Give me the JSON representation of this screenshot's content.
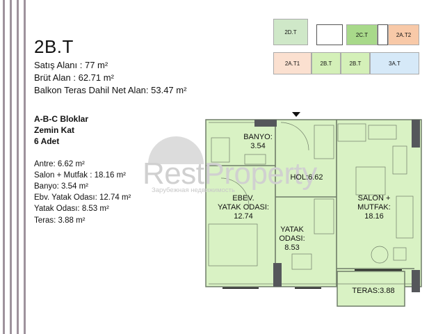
{
  "unit": {
    "title": "2B.T",
    "sales_area": "Satış Alanı :   77 m²",
    "gross_area": "Brüt Alan   :   62.71 m²",
    "net_area": "Balkon Teras Dahil Net Alan: 53.47 m²"
  },
  "location": {
    "blocks": "A-B-C Bloklar",
    "floor": "Zemin Kat",
    "count": "6 Adet"
  },
  "rooms_list": [
    "Antre: 6.62 m²",
    "Salon + Mutfak : 18.16 m²",
    "Banyo: 3.54 m²",
    "Ebv. Yatak Odası: 12.74 m²",
    "Yatak Odası: 8.53 m²",
    "Teras: 3.88 m²"
  ],
  "key_plan": {
    "top": [
      {
        "label": "2D.T",
        "color": "#cfe8c8"
      },
      {
        "label": "2C.T",
        "color": "#a8d98a"
      },
      {
        "label": "2A.T2",
        "color": "#f8c9a8"
      }
    ],
    "bottom": [
      {
        "label": "2A.T1",
        "color": "#fbe0d0"
      },
      {
        "label": "2B.T",
        "color": "#d4f0b8"
      },
      {
        "label": "2B.T",
        "color": "#d4f0b8"
      },
      {
        "label": "3A.T",
        "color": "#d6e9f8"
      }
    ]
  },
  "plan_labels": {
    "banyo": [
      "BANYO:",
      "3.54"
    ],
    "hol": [
      "HOL:6.62"
    ],
    "ebev": [
      "EBEV.",
      "YATAK ODASI:",
      "12.74"
    ],
    "yatak": [
      "YATAK",
      "ODASI:",
      "8.53"
    ],
    "salon": [
      "SALON +",
      "MUTFAK:",
      "18.16"
    ],
    "teras": [
      "TERAS:3.88"
    ]
  },
  "watermark": {
    "brand": "RestProperty",
    "tagline": "Зарубежная недвижимость"
  },
  "colors": {
    "plan_fill": "#d9f2c4",
    "wall": "#6f7d68",
    "column": "#55575b",
    "stripe": "#9e929c"
  }
}
